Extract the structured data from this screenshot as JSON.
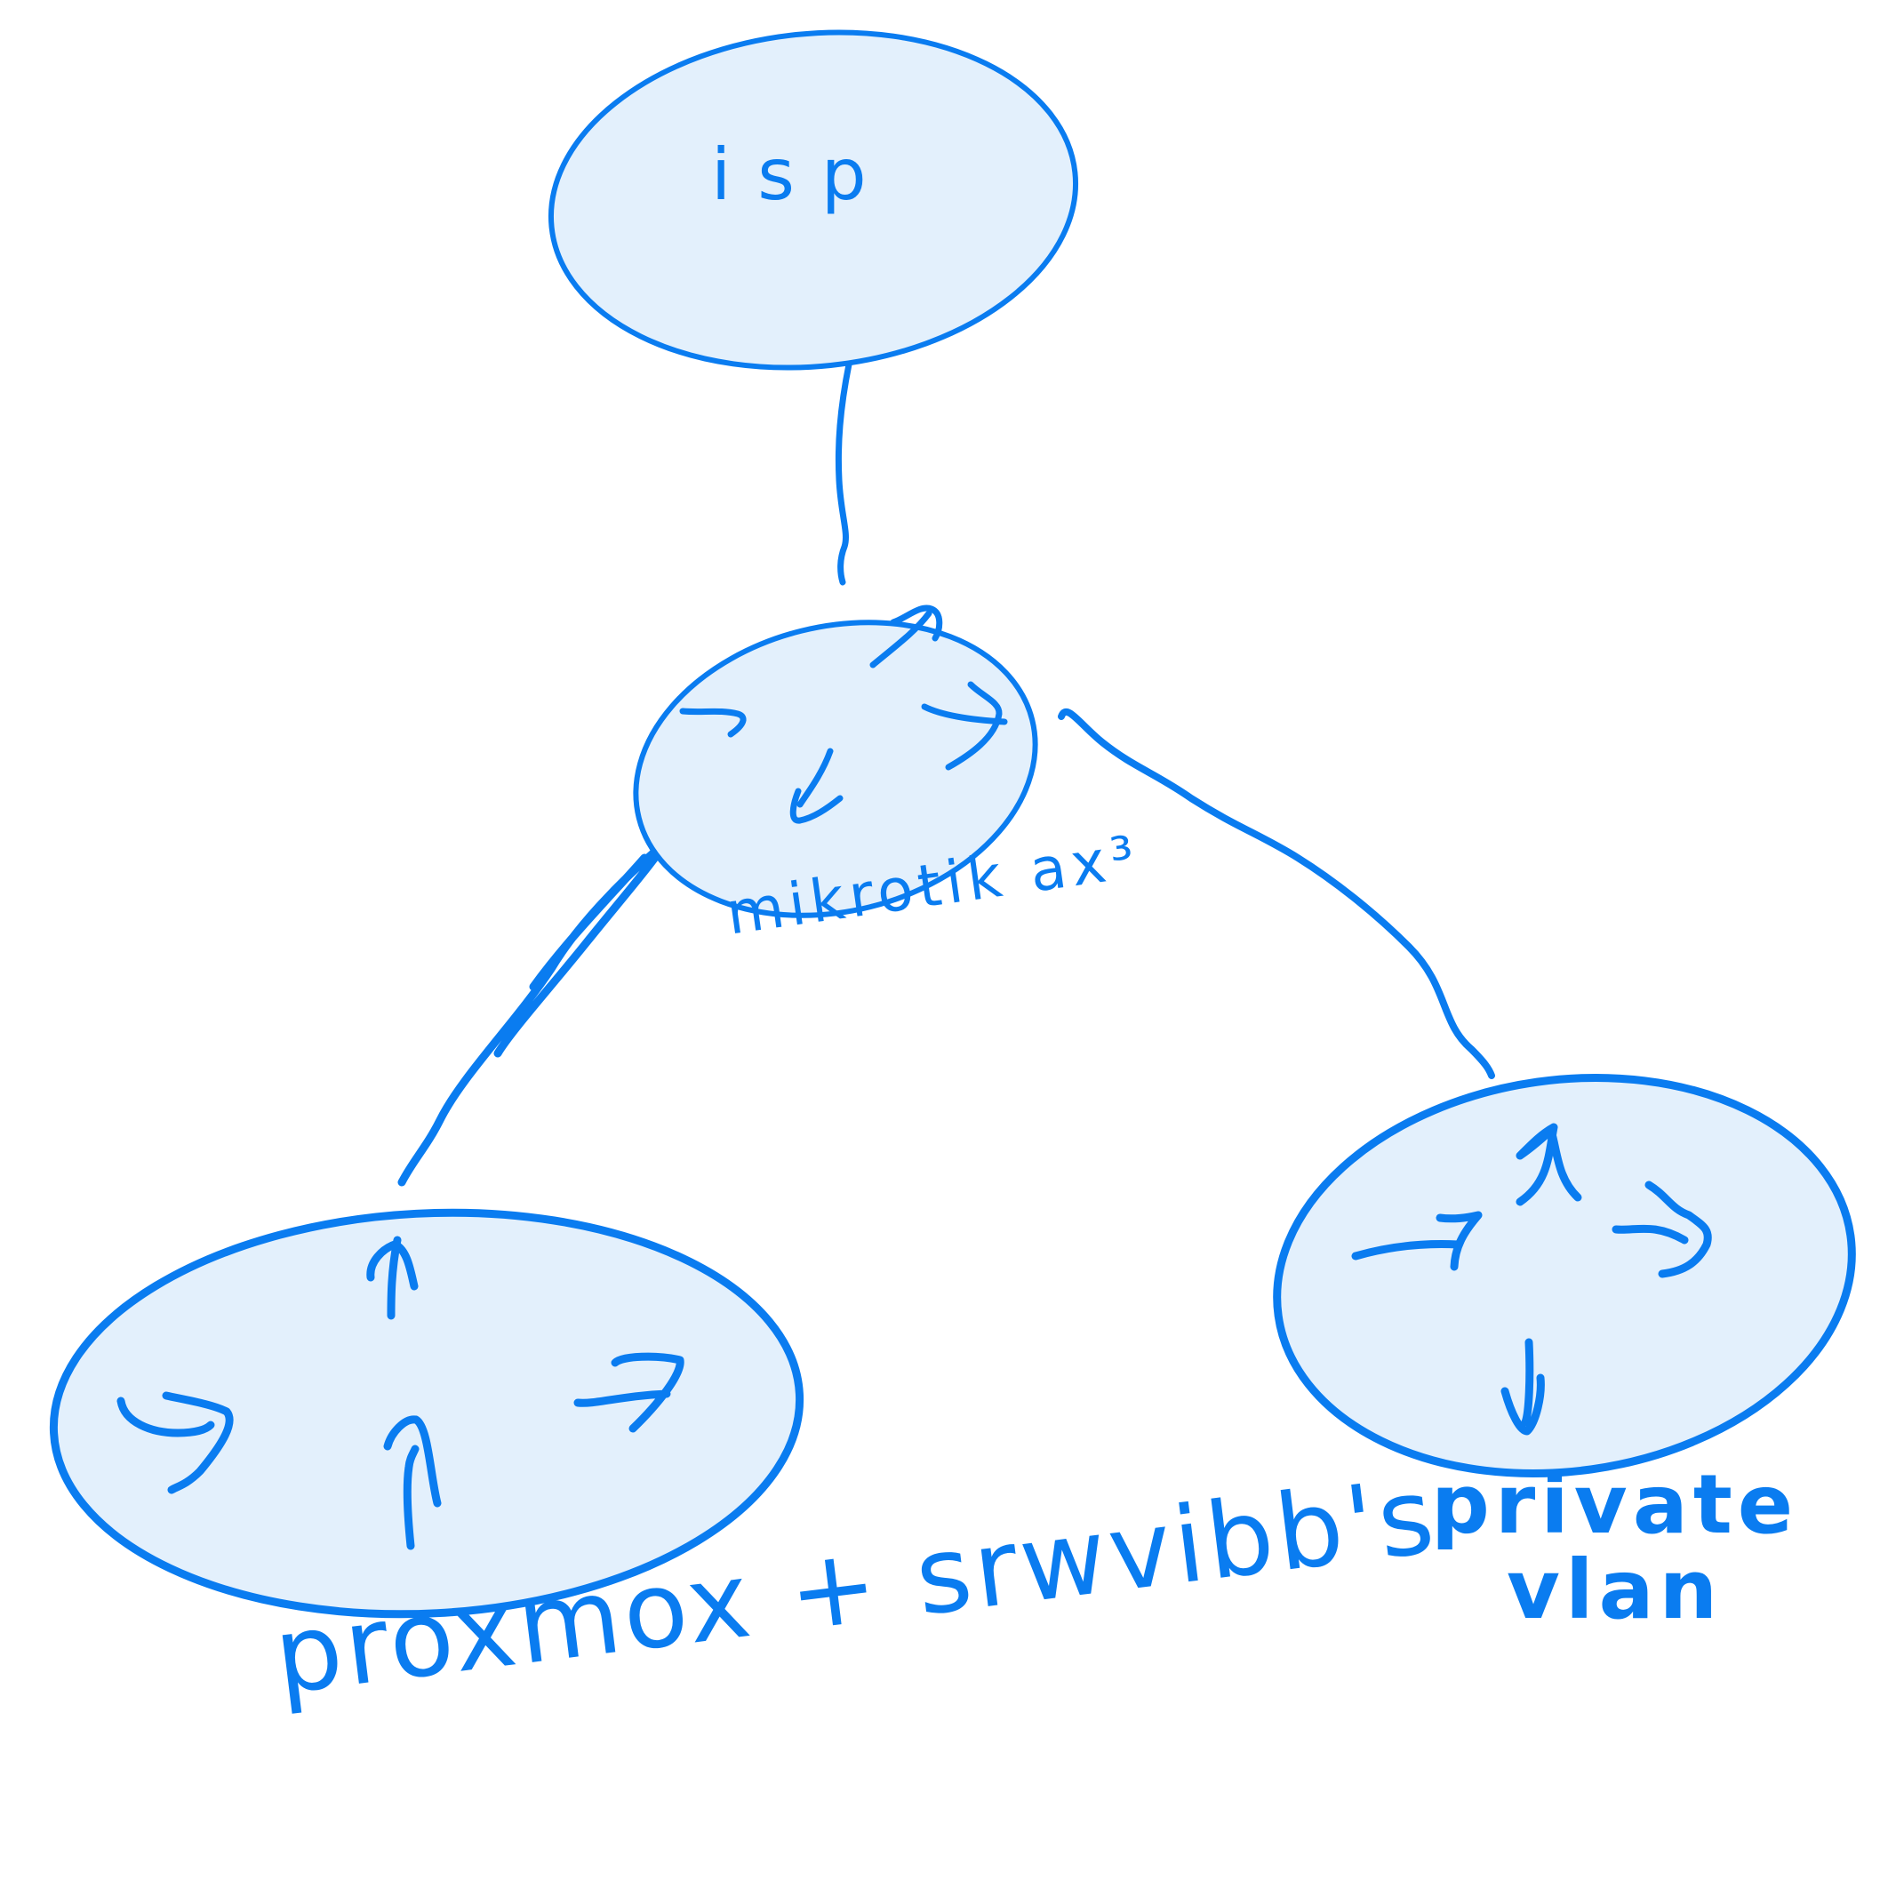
{
  "diagram": {
    "type": "network-topology-sketch",
    "style": {
      "stroke_color": "#0a7cf0",
      "fill_color": "#e3f0fc",
      "background": "#ffffff"
    },
    "nodes": [
      {
        "id": "isp",
        "label": "isp",
        "shape": "ellipse",
        "icon": "none"
      },
      {
        "id": "router",
        "label": "mikrotik ax³",
        "shape": "ellipse",
        "icon": "router-arrows-icon"
      },
      {
        "id": "proxmox",
        "label": "proxmox + srwvibb's",
        "shape": "ellipse",
        "icon": "router-arrows-icon"
      },
      {
        "id": "vlan",
        "label_line1": "private",
        "label_line2": "vlan",
        "shape": "ellipse",
        "icon": "router-arrows-icon"
      }
    ],
    "edges": [
      {
        "from": "isp",
        "to": "router"
      },
      {
        "from": "router",
        "to": "proxmox"
      },
      {
        "from": "router",
        "to": "vlan"
      }
    ]
  }
}
